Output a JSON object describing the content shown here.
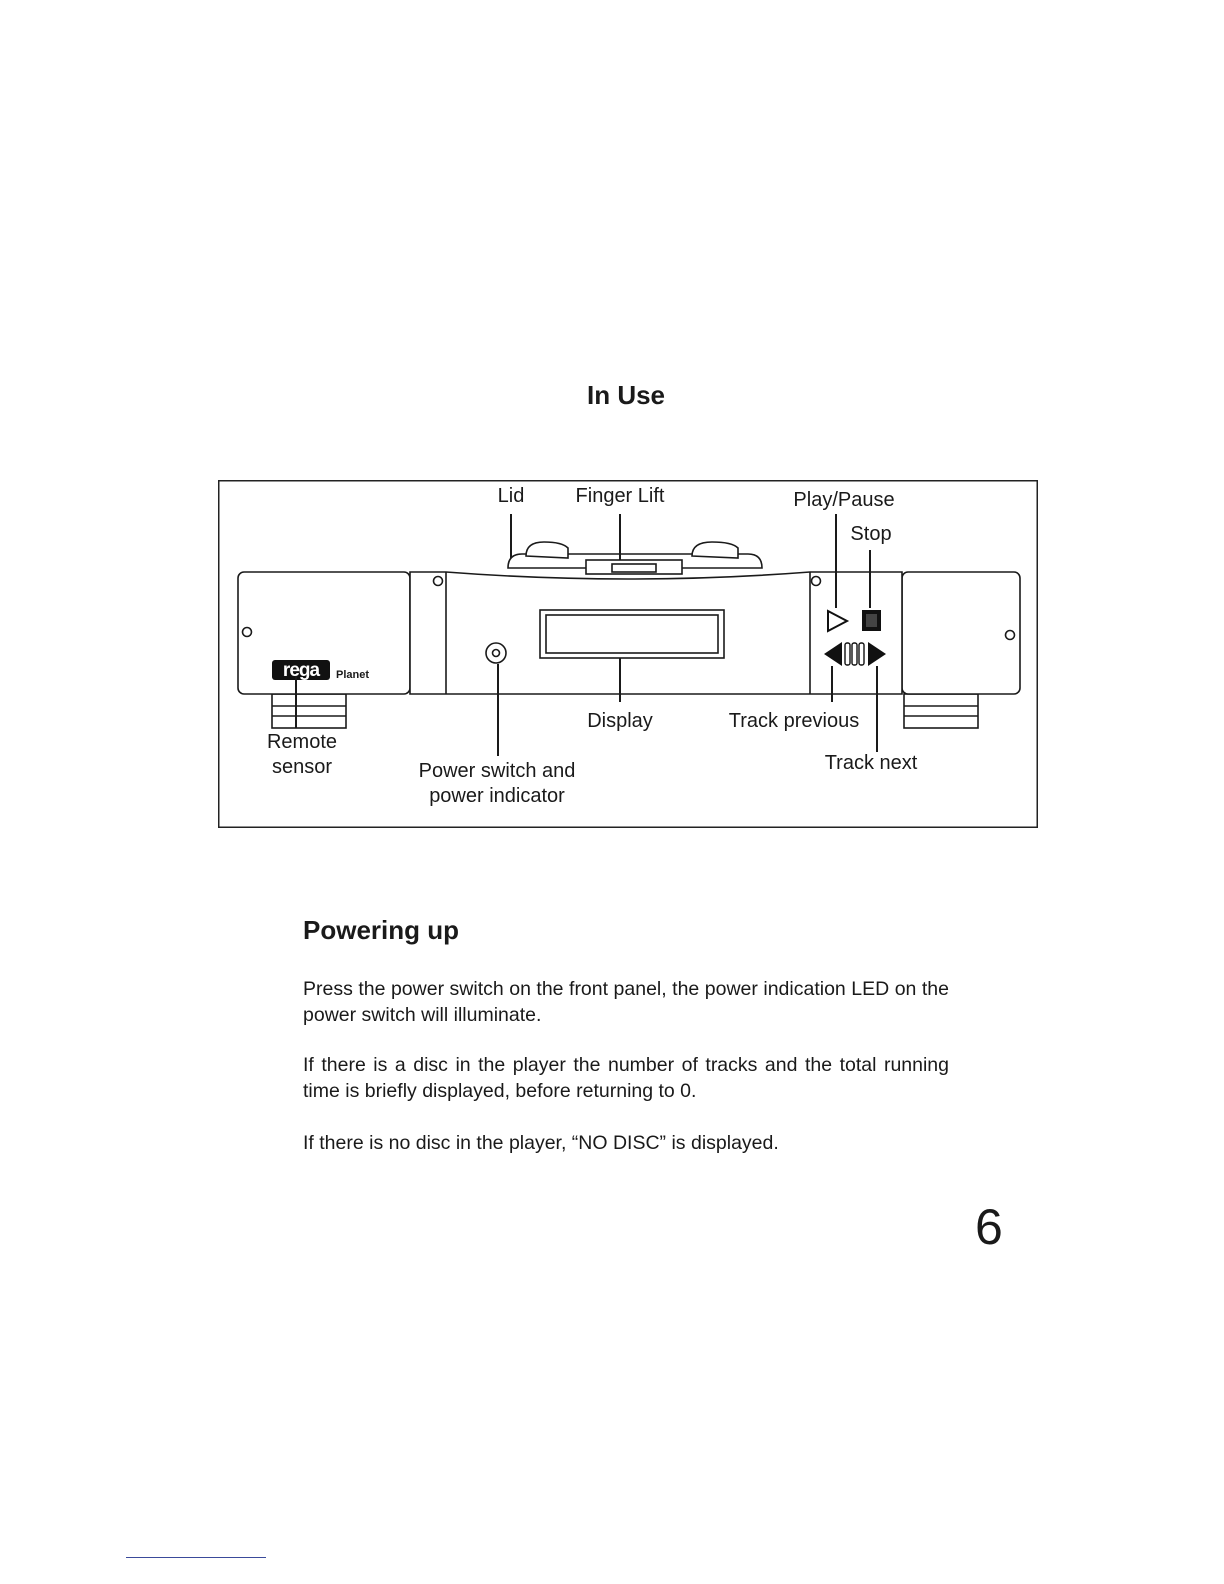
{
  "page": {
    "title": "In Use",
    "section_title": "Powering up",
    "paragraphs": [
      "Press the power switch on the front panel, the power indication LED on the power switch will illuminate.",
      "If there is a disc in the player the number of tracks and the total running time is briefly displayed, before returning to 0.",
      "If there is no disc in the player, “NO DISC” is displayed."
    ],
    "page_number": "6"
  },
  "figure": {
    "brand_logo": "rega",
    "model": "Planet",
    "labels": {
      "lid": "Lid",
      "finger_lift": "Finger Lift",
      "play_pause": "Play/Pause",
      "stop": "Stop",
      "display": "Display",
      "track_previous": "Track previous",
      "track_next": "Track next",
      "remote_sensor_1": "Remote",
      "remote_sensor_2": "sensor",
      "power_switch_1": "Power switch and",
      "power_switch_2": "power indicator"
    },
    "icons": [
      "play-icon",
      "stop-icon",
      "track-previous-icon",
      "track-next-icon"
    ]
  }
}
